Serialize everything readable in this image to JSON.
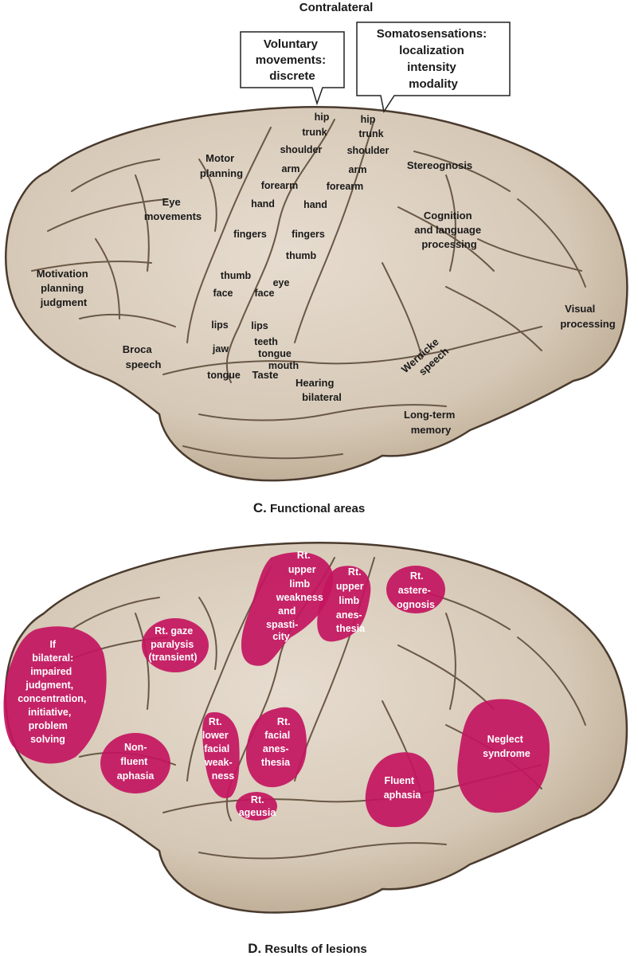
{
  "panel_c": {
    "top_label": "Contralateral",
    "motor_box": [
      "Voluntary",
      "movements:",
      "discrete"
    ],
    "sensory_box": [
      "Somatosensations:",
      "localization",
      "intensity",
      "modality"
    ],
    "motor_strip": [
      "hip",
      "trunk",
      "shoulder",
      "arm",
      "forearm",
      "hand",
      "fingers",
      "thumb",
      "face",
      "lips",
      "jaw",
      "tongue"
    ],
    "sensory_strip": [
      "hip",
      "trunk",
      "shoulder",
      "arm",
      "forearm",
      "hand",
      "fingers",
      "thumb",
      "eye",
      "face",
      "lips",
      "teeth",
      "tongue",
      "mouth"
    ],
    "areas": {
      "motor_planning": [
        "Motor",
        "planning"
      ],
      "eye_movements": [
        "Eye",
        "movements"
      ],
      "motivation": [
        "Motivation",
        "planning",
        "judgment"
      ],
      "broca": [
        "Broca",
        "speech"
      ],
      "taste": "Taste",
      "hearing": [
        "Hearing",
        "bilateral"
      ],
      "stereognosis": "Stereognosis",
      "cognition": [
        "Cognition",
        "and language",
        "processing"
      ],
      "wernicke": [
        "Wernicke",
        "speech"
      ],
      "visual": [
        "Visual",
        "processing"
      ],
      "memory": [
        "Long-term",
        "memory"
      ]
    },
    "caption_letter": "C.",
    "caption_text": " Functional areas"
  },
  "panel_d": {
    "lesions": {
      "upper_limb_weakness": [
        "Rt.",
        "upper",
        "limb",
        "weakness",
        "and",
        "spasti-",
        "city"
      ],
      "upper_limb_anesthesia": [
        "Rt.",
        "upper",
        "limb",
        "anes-",
        "thesia"
      ],
      "astereognosis": [
        "Rt.",
        "astere-",
        "ognosis"
      ],
      "gaze_paralysis": [
        "Rt. gaze",
        "paralysis",
        "(transient)"
      ],
      "frontal": [
        "If",
        "bilateral:",
        "impaired",
        "judgment,",
        "concentration,",
        "initiative,",
        "problem",
        "solving"
      ],
      "nonfluent": [
        "Non-",
        "fluent",
        "aphasia"
      ],
      "lower_facial": [
        "Rt.",
        "lower",
        "facial",
        "weak-",
        "ness"
      ],
      "facial_anesthesia": [
        "Rt.",
        "facial",
        "anes-",
        "thesia"
      ],
      "ageusia": [
        "Rt.",
        "ageusia"
      ],
      "fluent": [
        "Fluent",
        "aphasia"
      ],
      "neglect": [
        "Neglect",
        "syndrome"
      ]
    },
    "caption_letter": "D.",
    "caption_text": " Results of lesions"
  },
  "colors": {
    "brain_fill": "#d9cdbd",
    "brain_shadow": "#b8a892",
    "sulcus": "#5a4a3c",
    "lesion": "#c3155f",
    "text": "#1a1a1a"
  }
}
